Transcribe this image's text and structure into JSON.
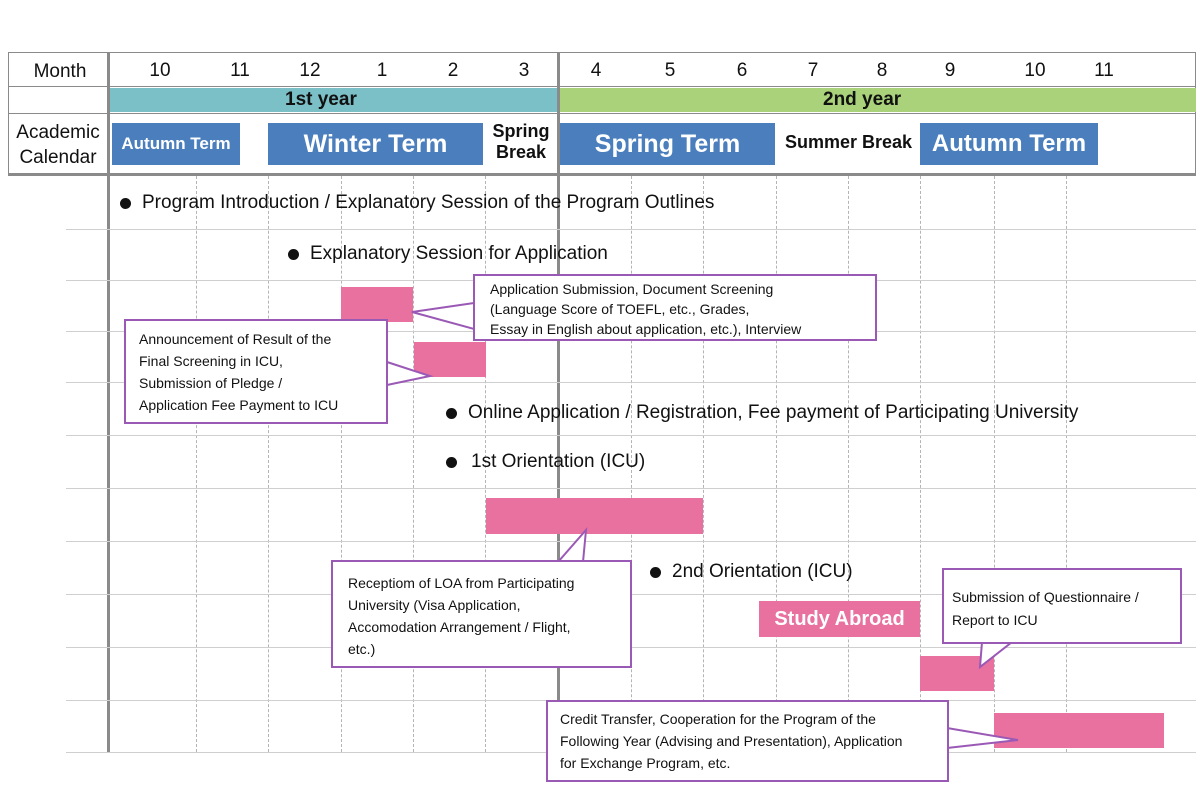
{
  "header": {
    "month_label": "Month",
    "academic_label_line1": "Academic",
    "academic_label_line2": "Calendar",
    "months": [
      "10",
      "11",
      "12",
      "1",
      "2",
      "3",
      "4",
      "5",
      "6",
      "7",
      "8",
      "9",
      "10",
      "11"
    ],
    "year1": "1st year",
    "year2": "2nd year"
  },
  "terms": {
    "autumn1": "Autumn Term",
    "winter": "Winter Term",
    "spring_break_line1": "Spring",
    "spring_break_line2": "Break",
    "spring": "Spring Term",
    "summer_break": "Summer Break",
    "autumn2": "Autumn Term"
  },
  "events": {
    "e1": "Program Introduction / Explanatory Session of the Program Outlines",
    "e2": "Explanatory Session for Application",
    "e3": "Online Application / Registration, Fee payment of Participating University",
    "e4": "1st Orientation (ICU)",
    "e5": "2nd Orientation (ICU)",
    "study_abroad": "Study Abroad"
  },
  "callouts": {
    "application": [
      "Application Submission, Document Screening",
      "(Language Score of TOEFL, etc., Grades,",
      " Essay in English about application, etc.), Interview"
    ],
    "announcement": [
      "Announcement of Result of the",
      "Final Screening in ICU,",
      "Submission of Pledge /",
      "Application Fee Payment to ICU"
    ],
    "loa": [
      "Receptiom of LOA from Participating",
      "University (Visa Application,",
      "Accomodation Arrangement / Flight,",
      "etc.)"
    ],
    "questionnaire": [
      "Submission of Questionnaire /",
      "Report to ICU"
    ],
    "credit": [
      "Credit Transfer, Cooperation for the Program of the",
      "Following Year (Advising and Presentation), Application",
      "for Exchange Program, etc."
    ]
  },
  "colors": {
    "year1": "#7bbfc7",
    "year2": "#a9d27a",
    "term": "#4a7ebd",
    "bar": "#e8719f",
    "callout_border": "#9b59b6"
  }
}
